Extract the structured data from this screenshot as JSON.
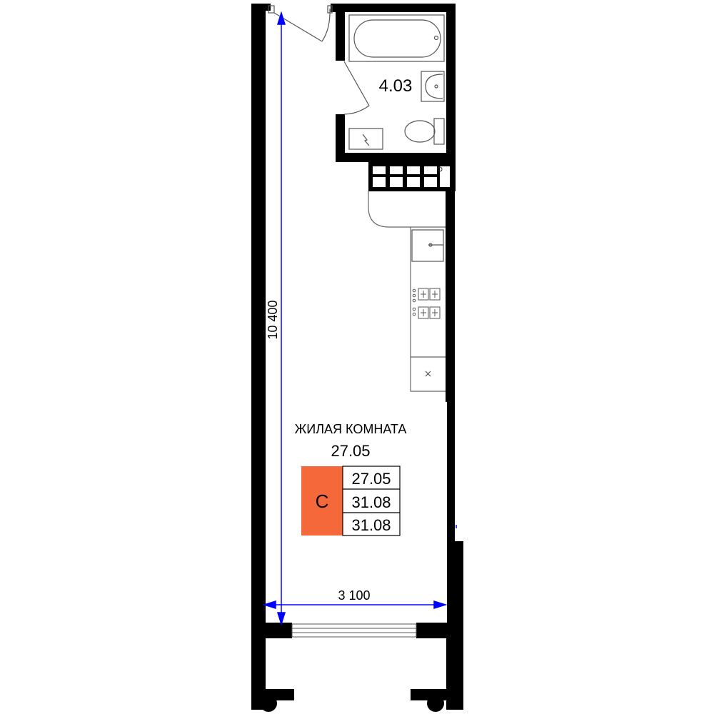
{
  "bathroom": {
    "area": "4.03"
  },
  "living_room": {
    "name": "ЖИЛАЯ КОМНАТА",
    "area": "27.05"
  },
  "dimensions": {
    "length": "10 400",
    "width": "3 100"
  },
  "summary": {
    "type_letter": "C",
    "values": [
      "27.05",
      "31.08",
      "31.08"
    ]
  },
  "colors": {
    "wall": "#000000",
    "dimension_line": "#0000ff",
    "badge": "#f4683a",
    "fixture": "#555555"
  }
}
